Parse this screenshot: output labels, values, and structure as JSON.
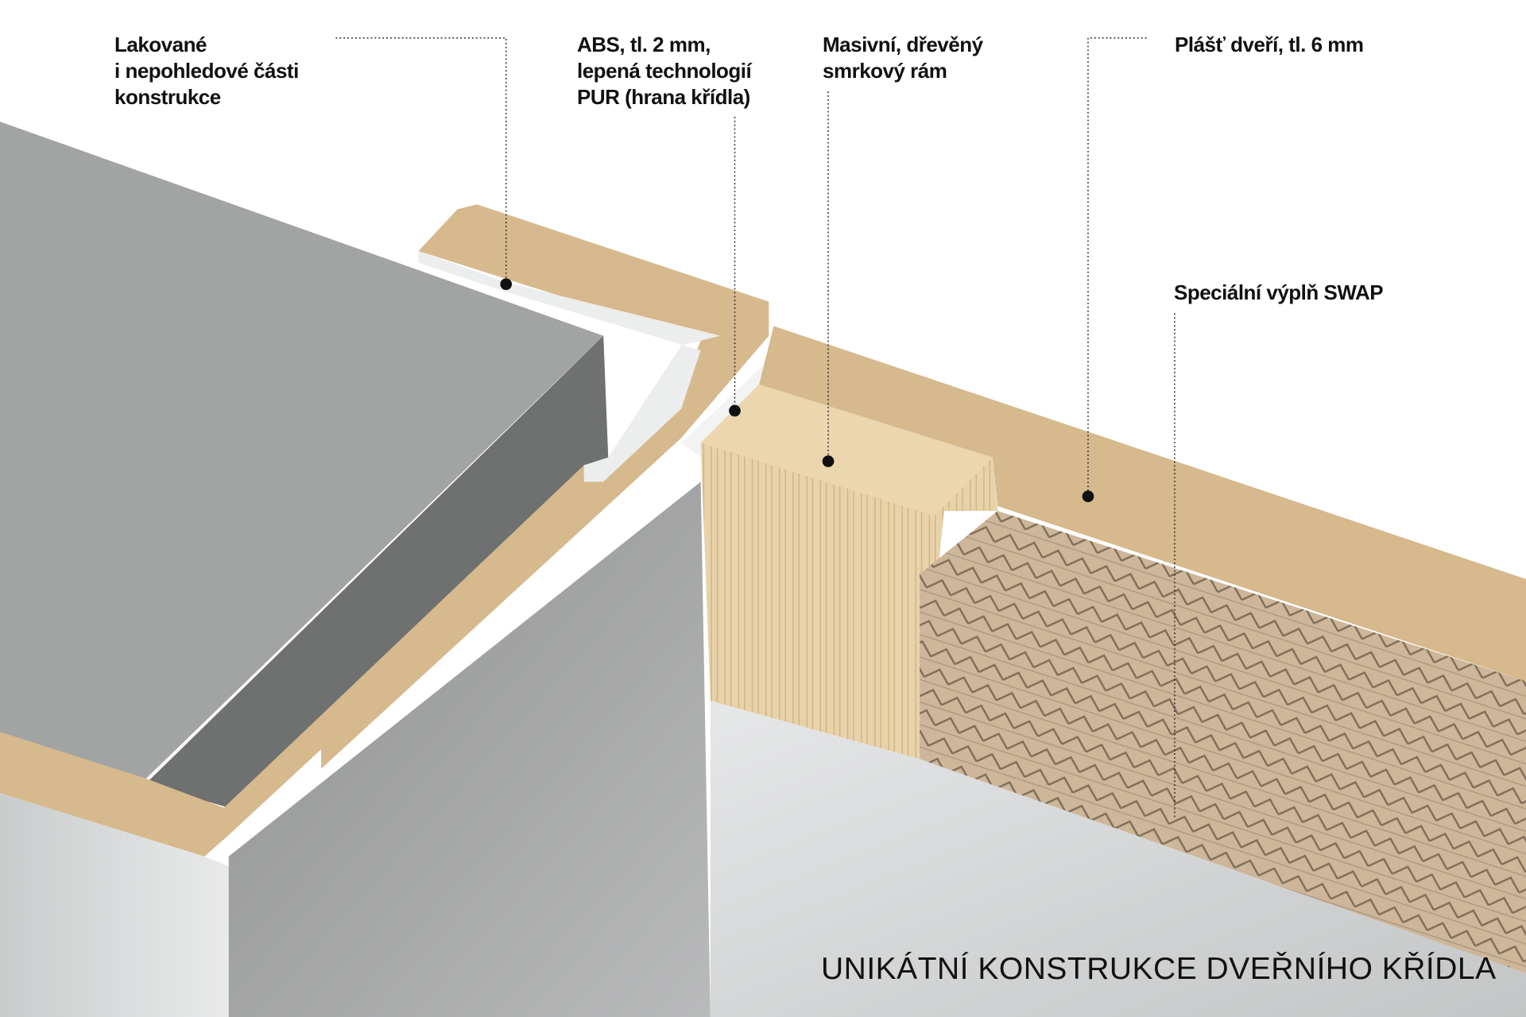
{
  "labels": {
    "lacquered": [
      "Lakované",
      "i nepohledové části",
      "konstrukce"
    ],
    "abs_edge": [
      "ABS, tl. 2 mm,",
      "lepená technologií",
      "PUR (hrana křídla)"
    ],
    "frame": [
      "Masivní, dřevěný",
      "smrkový rám"
    ],
    "skin": [
      "Plášť dveří, tl. 6 mm"
    ],
    "filling": [
      "Speciální výplň SWAP"
    ]
  },
  "title": "UNIKÁTNÍ KONSTRUKCE DVEŘNÍHO KŘÍDLA",
  "colors": {
    "concrete": "#9a9b9b",
    "chipboard": "#d6b98c",
    "spruce": "#e6cfa6",
    "honeycomb": "#c9b196",
    "door_surface": "#cfd1d2",
    "leader": "#222222"
  }
}
